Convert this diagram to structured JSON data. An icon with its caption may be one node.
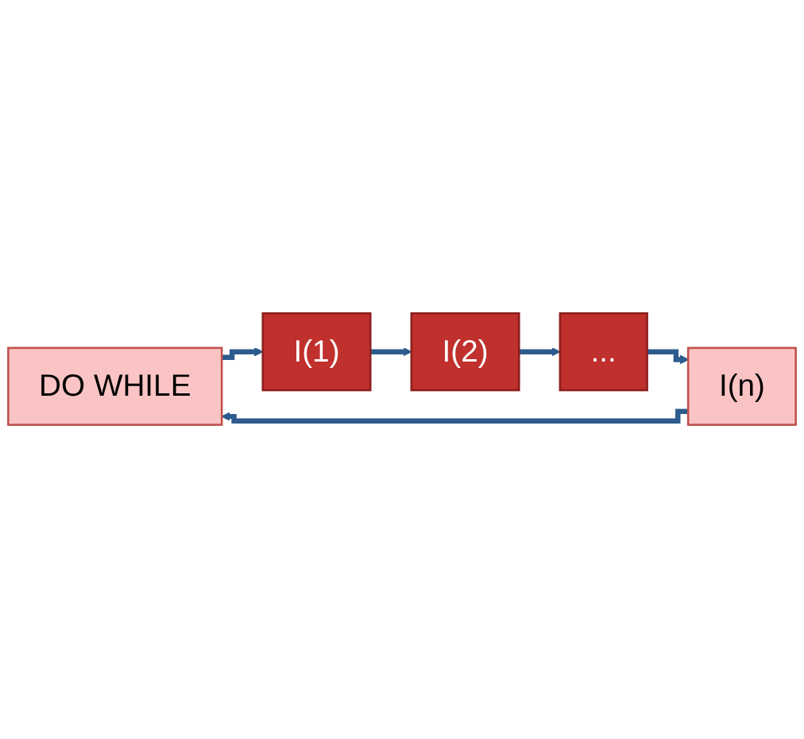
{
  "diagram": {
    "nodes": [
      {
        "text": [
          "DO WHILE"
        ]
      },
      {
        "text": [
          "I(1)"
        ]
      },
      {
        "text": [
          "I(2)"
        ]
      },
      {
        "text": [
          "..."
        ]
      },
      {
        "text": [
          "I(n)"
        ]
      }
    ],
    "edges": [
      {
        "from": 0,
        "to": 1,
        "arrow": "to"
      },
      {
        "from": 1,
        "to": 2,
        "arrow": "to"
      },
      {
        "from": 2,
        "to": 3,
        "arrow": "to"
      },
      {
        "from": 3,
        "to": 4,
        "arrow": "to"
      },
      {
        "from": 4,
        "to": 0,
        "arrow": "to"
      }
    ]
  }
}
